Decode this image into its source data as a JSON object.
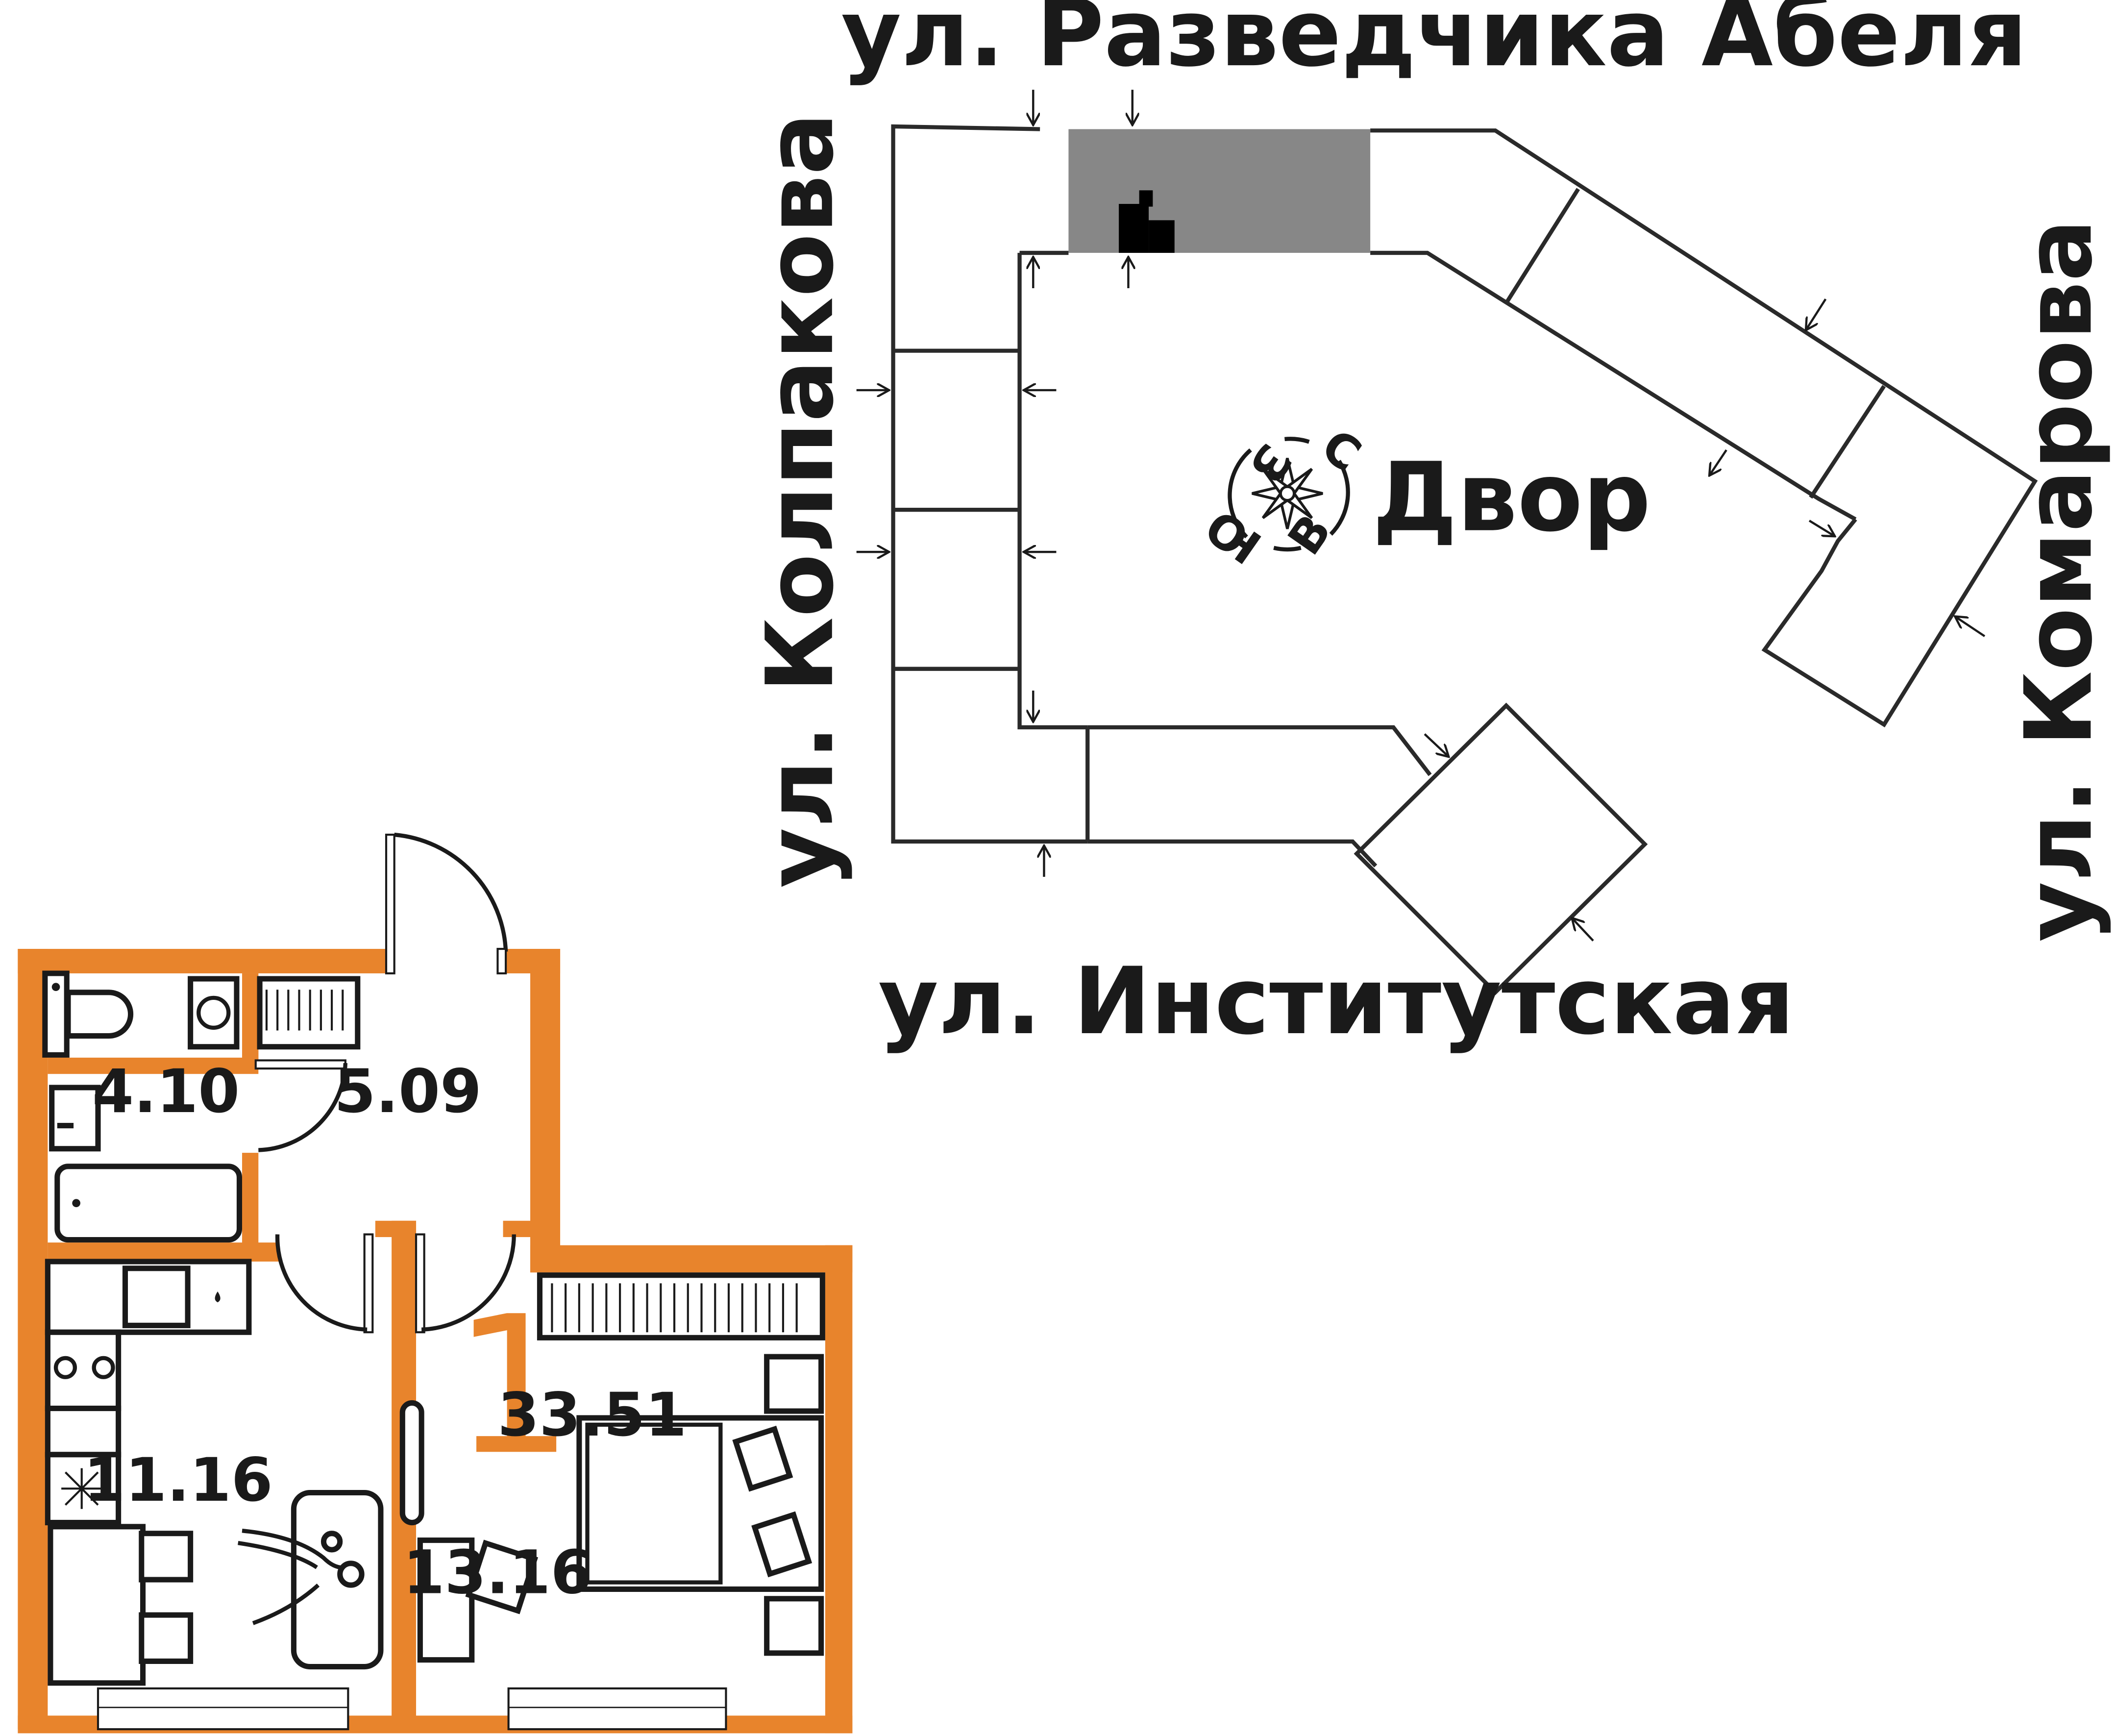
{
  "site_plan": {
    "streets": {
      "north": "ул. Разведчика Абеля",
      "west": "ул. Колпакова",
      "east": "ул. Комарова",
      "south": "ул. Институтская"
    },
    "courtyard_label": "Двор",
    "compass_letters": {
      "north": "С",
      "east": "В",
      "south": "Ю",
      "west": "З"
    }
  },
  "apartment": {
    "room_count_label": "1",
    "total_area": "33.51",
    "rooms": {
      "bathroom": "4.10",
      "hallway": "5.09",
      "kitchen": "11.16",
      "bedroom": "13.16"
    }
  },
  "colors": {
    "wall": "#e8842c",
    "selected_section": "#878787",
    "room_count": "#e8842c",
    "text": "#1a1a1a"
  }
}
